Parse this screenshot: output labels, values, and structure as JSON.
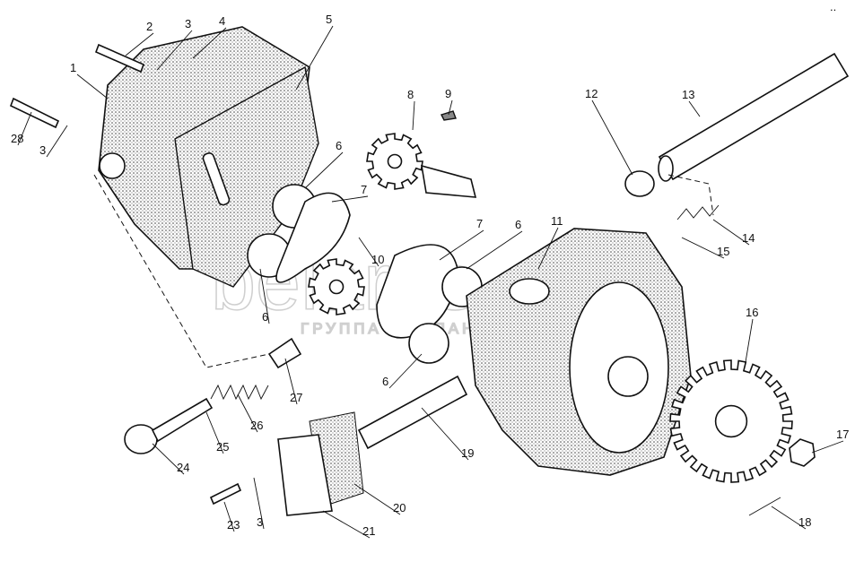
{
  "diagram": {
    "title_marker": "..",
    "watermark": {
      "logo": "belarus",
      "subtitle": "ГРУППА КОМПАНИЙ"
    },
    "callouts": [
      "1",
      "2",
      "3",
      "4",
      "5",
      "28",
      "3",
      "6",
      "7",
      "8",
      "9",
      "10",
      "7",
      "6",
      "11",
      "12",
      "13",
      "14",
      "15",
      "16",
      "17",
      "18",
      "6",
      "6",
      "27",
      "26",
      "25",
      "24",
      "19",
      "20",
      "21",
      "23",
      "3"
    ]
  }
}
